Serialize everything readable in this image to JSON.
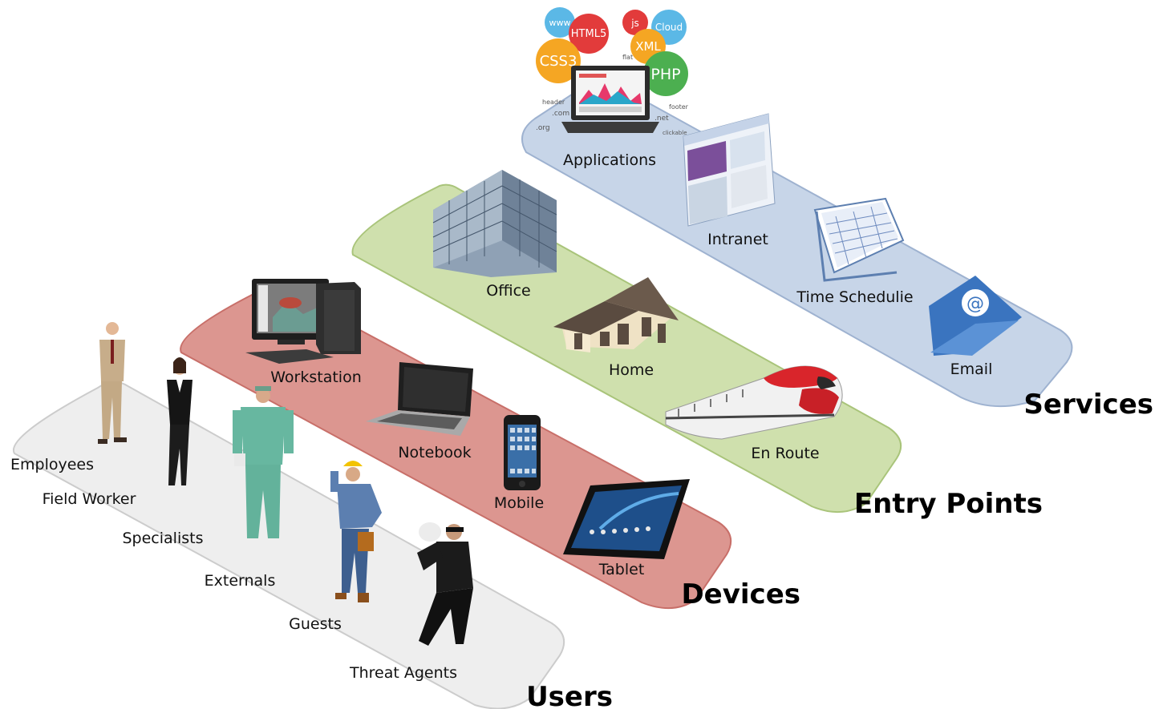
{
  "bands": {
    "services": {
      "title": "Services",
      "color": "#c7d5e8",
      "stroke": "#9eb2d0",
      "items": [
        "Applications",
        "Intranet",
        "Time Schedulie",
        "Email"
      ]
    },
    "entry_points": {
      "title": "Entry Points",
      "color": "#cfe0ad",
      "stroke": "#a9c47a",
      "items": [
        "Office",
        "Home",
        "En Route"
      ]
    },
    "devices": {
      "title": "Devices",
      "color": "#dc9690",
      "stroke": "#c86f69",
      "items": [
        "Workstation",
        "Notebook",
        "Mobile",
        "Tablet"
      ]
    },
    "users": {
      "title": "Users",
      "color": "#eeeeee",
      "stroke": "#cccccc",
      "items": [
        "Employees",
        "Field Worker",
        "Specialists",
        "Externals",
        "Guests",
        "Threat Agents"
      ]
    }
  },
  "tech_bubbles": [
    {
      "text": "www",
      "color": "#5bb8e6"
    },
    {
      "text": "HTML5",
      "color": "#e23b3b"
    },
    {
      "text": "js",
      "color": "#e23b3b"
    },
    {
      "text": "Cloud",
      "color": "#5bb8e6"
    },
    {
      "text": "CSS3",
      "color": "#f5a623"
    },
    {
      "text": "XML",
      "color": "#f5a623"
    },
    {
      "text": "PHP",
      "color": "#4caf50"
    }
  ],
  "tech_words": [
    "flat",
    "header",
    "footer",
    ".com",
    ".net",
    ".org",
    "clickable"
  ],
  "icons": {
    "applications": "laptop-dashboard-icon",
    "intranet": "browser-window-icon",
    "time_schedule": "calendar-icon",
    "email": "envelope-at-icon",
    "office": "office-building-icon",
    "home": "house-icon",
    "en_route": "train-icon",
    "workstation": "desktop-computer-icon",
    "notebook": "notebook-icon",
    "mobile": "smartphone-icon",
    "tablet": "tablet-icon",
    "employees": "businessman-icon",
    "field_worker": "businesswoman-icon",
    "specialists": "surgeon-icon",
    "externals": "construction-worker-icon",
    "guests": "guest-person-icon",
    "threat_agents": "burglar-icon"
  }
}
